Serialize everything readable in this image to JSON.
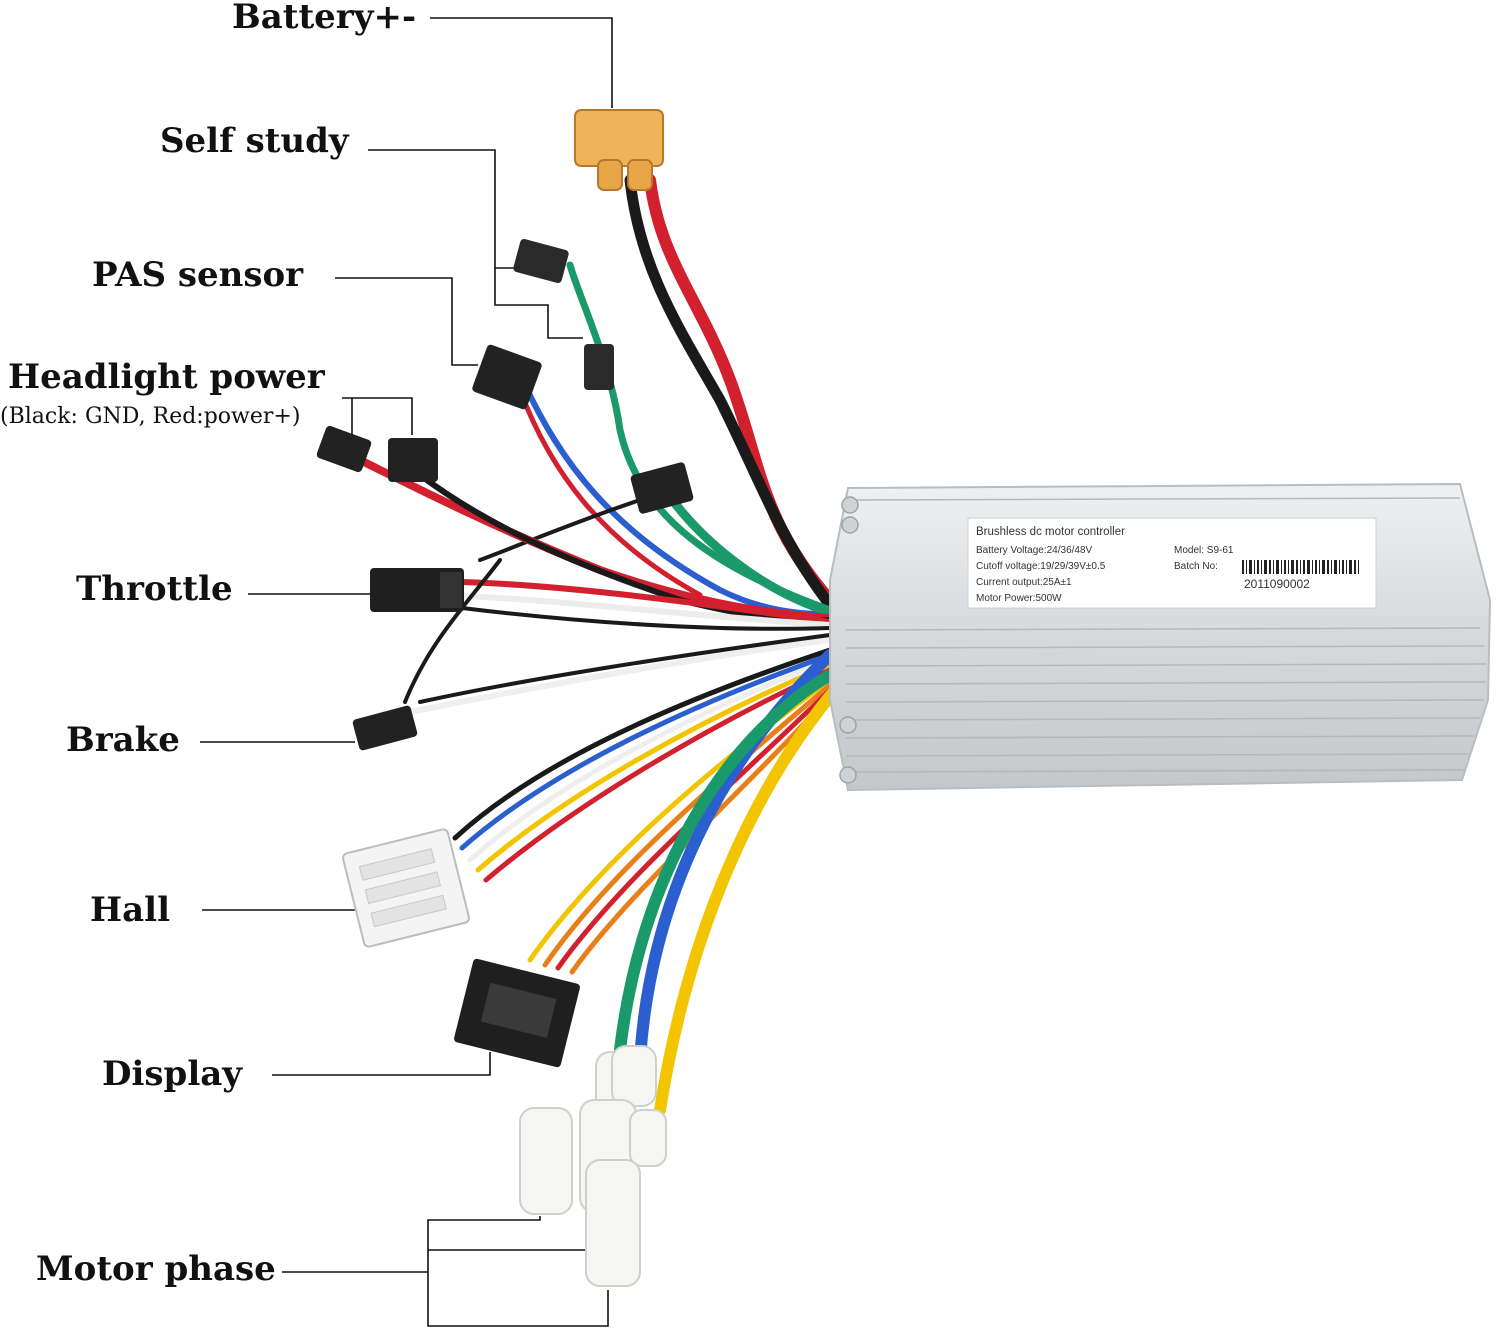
{
  "labels": {
    "battery": "Battery+-",
    "self_study": "Self study",
    "pas_sensor": "PAS sensor",
    "headlight": "Headlight power",
    "headlight_note": "(Black: GND, Red:power+)",
    "throttle": "Throttle",
    "brake": "Brake",
    "hall": "Hall",
    "display": "Display",
    "motor_phase": "Motor phase"
  },
  "plate": {
    "title": "Brushless dc motor controller",
    "battery_voltage": "Battery Voltage:24/36/48V",
    "cutoff_voltage": "Cutoff voltage:19/29/39V±0.5",
    "current_output": "Current output:25A±1",
    "motor_power": "Motor Power:500W",
    "model": "Model:  S9-61",
    "batch": "Batch No:",
    "serial": "2011090002"
  },
  "colors": {
    "red": "#d3202f",
    "black": "#1a1a1a",
    "green": "#1a9a6a",
    "blue": "#2b5fd0",
    "yellow": "#f2c500",
    "orange": "#e8801a",
    "white_wire": "#f2f2f2",
    "housing": "#d9dcde",
    "xt60": "#f0b35a"
  }
}
